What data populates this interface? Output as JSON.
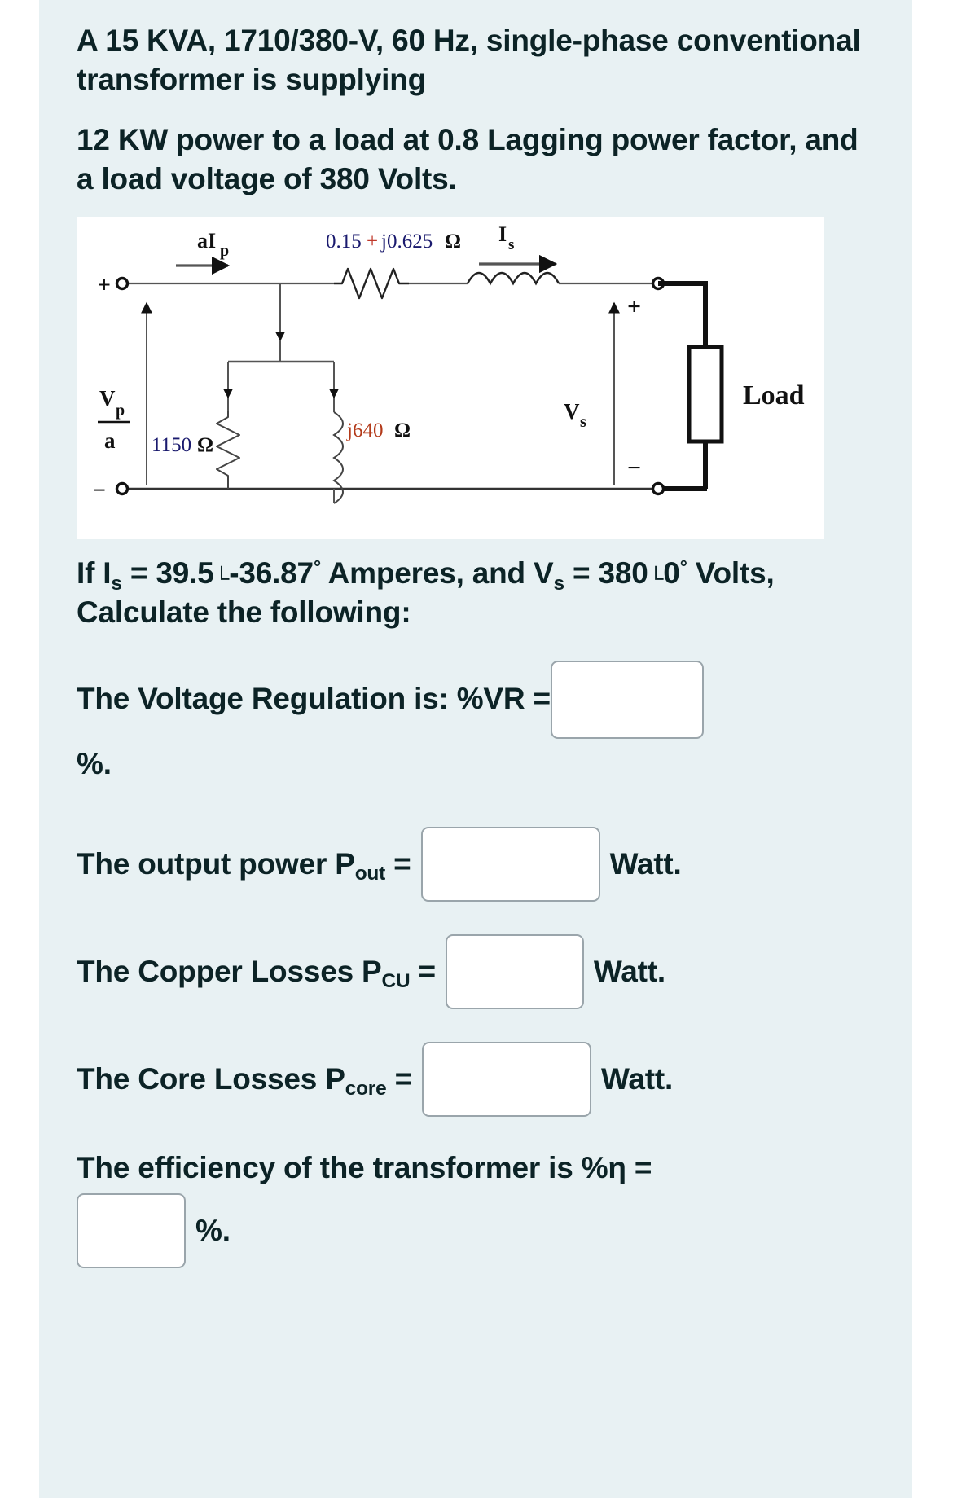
{
  "page": {
    "background_color": "#e8f1f3",
    "text_color": "#0c2326",
    "outer_background": "#ffffff"
  },
  "problem": {
    "paragraph_1": "A 15 KVA, 1710/380-V, 60 Hz, single-phase conventional transformer is supplying",
    "paragraph_2": "12 KW power to a load at 0.8 Lagging power factor, and a load voltage of 380 Volts."
  },
  "diagram": {
    "name": "transformer-equivalent-circuit",
    "labels": {
      "primary_current": "aI",
      "primary_current_sub": "p",
      "series_impedance": "0.15 + j0.625",
      "ohm_symbol": "Ω",
      "secondary_current": "I",
      "secondary_current_sub": "s",
      "primary_voltage_numerator": "V",
      "primary_voltage_numerator_sub": "p",
      "primary_voltage_denominator": "a",
      "magnetizing_resistance": "1150 Ω",
      "magnetizing_reactance": "j640 Ω",
      "secondary_voltage": "V",
      "secondary_voltage_sub": "s",
      "load": "Load",
      "terminal_plus_top_left": "+",
      "terminal_minus_bottom_left": "−",
      "terminal_plus_right": "+",
      "terminal_minus_right": "−"
    }
  },
  "given": {
    "line1_prefix": "If  I",
    "line1_sub": "s",
    "line1_eq": " = ",
    "line1_current_mag": "39.5",
    "line1_angle_symbol": "└",
    "line1_current_angle": "-36.87",
    "line1_deg": "°",
    "line1_unit": "Amperes,",
    "line1_and": " and V",
    "line1_v_sub": "s",
    "line1_v_eq": " =",
    "line2_voltage_mag": "380",
    "line2_angle_symbol": "└",
    "line2_voltage_angle": "0",
    "line2_deg": "°",
    "line2_unit": "Volts,",
    "line2_tail": " Calculate the following:"
  },
  "questions": [
    {
      "id": "voltage-regulation",
      "label_before": "The Voltage Regulation is: %VR =",
      "value": "",
      "placeholder": "",
      "label_after": "%."
    },
    {
      "id": "output-power",
      "label_before": "The output power   P",
      "label_sub": "out",
      "label_eq": " =",
      "value": "",
      "placeholder": "",
      "label_after": "Watt."
    },
    {
      "id": "copper-losses",
      "label_before": "The Copper Losses  P",
      "label_sub": "CU",
      "label_eq": " =",
      "value": "",
      "placeholder": "",
      "label_after": "Watt."
    },
    {
      "id": "core-losses",
      "label_before": "The Core Losses     P",
      "label_sub": "core",
      "label_eq": " =",
      "value": "",
      "placeholder": "",
      "label_after": "Watt."
    },
    {
      "id": "efficiency",
      "label_before": "The efficiency of the transformer is  %η =",
      "value": "",
      "placeholder": "",
      "label_after": "%."
    }
  ]
}
